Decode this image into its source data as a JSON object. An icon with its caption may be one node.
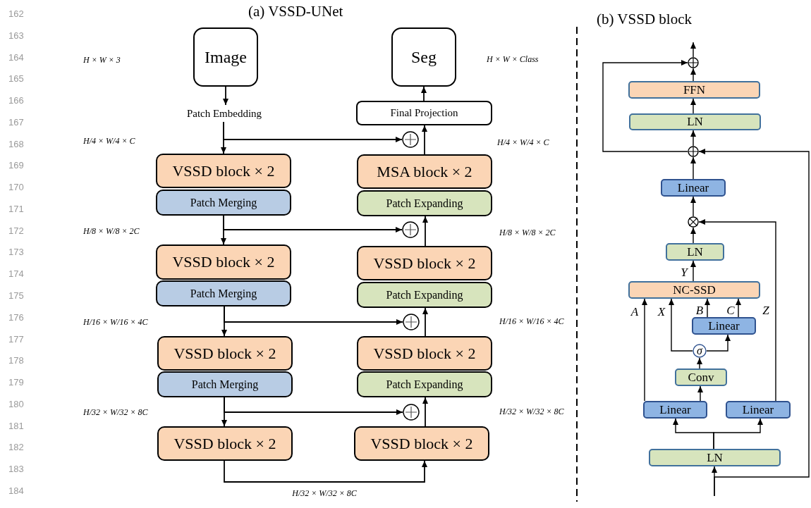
{
  "diagram": {
    "nodes": [
      {
        "text": [
          "Image"
        ]
      },
      {
        "text": [
          "Seg"
        ]
      },
      {
        "text": [
          "Patch Embedding"
        ]
      },
      {
        "text": [
          "Final Projection"
        ]
      },
      {
        "text": [],
        "shape": "circle"
      },
      {
        "text": [
          "VSSD block × 2"
        ]
      },
      {
        "text": [
          "Patch Merging"
        ]
      },
      {
        "text": [
          "MSA block × 2"
        ]
      },
      {
        "text": [
          "Patch Expanding"
        ]
      },
      {
        "text": [],
        "shape": "circle"
      },
      {
        "text": [
          "VSSD block × 2"
        ]
      },
      {
        "text": [
          "Patch Merging"
        ]
      },
      {
        "text": [
          "VSSD block × 2"
        ]
      },
      {
        "text": [
          "Patch Expanding"
        ]
      },
      {
        "text": [],
        "shape": "circle"
      },
      {
        "text": [
          "VSSD block × 2"
        ]
      },
      {
        "text": [
          "Patch Merging"
        ]
      },
      {
        "text": [
          "VSSD block × 2"
        ]
      },
      {
        "text": [
          "Patch Expanding"
        ]
      },
      {
        "text": [],
        "shape": "circle"
      },
      {
        "text": [
          "VSSD block × 2"
        ]
      },
      {
        "text": [
          "VSSD block × 2"
        ]
      },
      {
        "text": [],
        "shape": "circle"
      },
      {
        "text": [
          "FFN"
        ]
      },
      {
        "text": [
          "LN"
        ]
      },
      {
        "text": [],
        "shape": "circle"
      },
      {
        "text": [
          "Linear"
        ]
      },
      {
        "text": [],
        "shape": "circle"
      },
      {
        "text": [
          "LN"
        ]
      },
      {
        "text": [
          "NC-SSD"
        ]
      },
      {
        "text": [
          "Linear"
        ]
      },
      {
        "text": [
          "σ"
        ]
      },
      {
        "text": [
          "Conv"
        ]
      },
      {
        "text": [
          "Linear"
        ]
      },
      {
        "text": [
          "Linear"
        ]
      },
      {
        "text": [
          "LN"
        ]
      }
    ],
    "edges": [
      {
        "from": 0,
        "to": 2,
        "arrow": "to"
      },
      {
        "from": 2,
        "to": 5,
        "arrow": "to"
      },
      {
        "from": 2,
        "to": 4,
        "arrow": "to"
      },
      {
        "from": 7,
        "to": 3,
        "arrow": "to"
      },
      {
        "from": 3,
        "to": 1,
        "arrow": "to"
      },
      {
        "from": 6,
        "to": 10,
        "arrow": "to"
      },
      {
        "from": 6,
        "to": 9,
        "arrow": "to"
      },
      {
        "from": 12,
        "to": 8,
        "arrow": "to"
      },
      {
        "from": 11,
        "to": 15,
        "arrow": "to"
      },
      {
        "from": 11,
        "to": 14,
        "arrow": "to"
      },
      {
        "from": 17,
        "to": 13,
        "arrow": "to"
      },
      {
        "from": 16,
        "to": 20,
        "arrow": "to"
      },
      {
        "from": 16,
        "to": 19,
        "arrow": "to"
      },
      {
        "from": 21,
        "to": 18,
        "arrow": "to"
      },
      {
        "from": 20,
        "to": 21,
        "arrow": "to",
        "label": "H/32 × W/32 × 8C"
      },
      {
        "from": 22,
        "to": null,
        "arrow": "to"
      },
      {
        "from": 23,
        "to": 22,
        "arrow": "to"
      },
      {
        "from": 24,
        "to": 23,
        "arrow": "to"
      },
      {
        "from": 25,
        "to": 24,
        "arrow": "to"
      },
      {
        "from": 25,
        "to": 22,
        "arrow": "to"
      },
      {
        "from": 26,
        "to": 25,
        "arrow": "to"
      },
      {
        "from": 27,
        "to": 26,
        "arrow": "to"
      },
      {
        "from": 28,
        "to": 27,
        "arrow": "to"
      },
      {
        "from": 29,
        "to": 28,
        "arrow": "to",
        "label": "Y"
      },
      {
        "from": 34,
        "to": 27,
        "arrow": "to",
        "label": "Z"
      },
      {
        "from": 33,
        "to": 29,
        "arrow": "to",
        "label": "A"
      },
      {
        "from": 33,
        "to": 32,
        "arrow": "to"
      },
      {
        "from": 32,
        "to": 31,
        "arrow": "to"
      },
      {
        "from": 31,
        "to": 29,
        "arrow": "to",
        "label": "X"
      },
      {
        "from": 31,
        "to": 30,
        "arrow": "to"
      },
      {
        "from": 30,
        "to": 29,
        "arrow": "to",
        "label": "B"
      },
      {
        "from": 30,
        "to": 29,
        "arrow": "to",
        "label": "C"
      },
      {
        "from": 35,
        "to": 33,
        "arrow": "to"
      },
      {
        "from": 35,
        "to": 34,
        "arrow": "to"
      },
      {
        "from": null,
        "to": 35,
        "arrow": "to"
      },
      {
        "from": null,
        "to": 25,
        "arrow": "to"
      }
    ],
    "labels": [
      "162",
      "163",
      "164",
      "165",
      "166",
      "167",
      "168",
      "169",
      "170",
      "171",
      "172",
      "173",
      "174",
      "175",
      "176",
      "177",
      "178",
      "179",
      "180",
      "181",
      "182",
      "183",
      "184",
      "(a) VSSD-UNet",
      "(b) VSSD block",
      "H × W × 3",
      "H × W × Class",
      "H/4 × W/4 × C",
      "H/4 × W/4 × C",
      "H/8 × W/8 × 2C",
      "H/8 × W/8 × 2C",
      "H/16 × W/16 × 4C",
      "H/16 × W/16 × 4C",
      "H/32 × W/32 × 8C",
      "H/32 × W/32 × 8C"
    ]
  }
}
